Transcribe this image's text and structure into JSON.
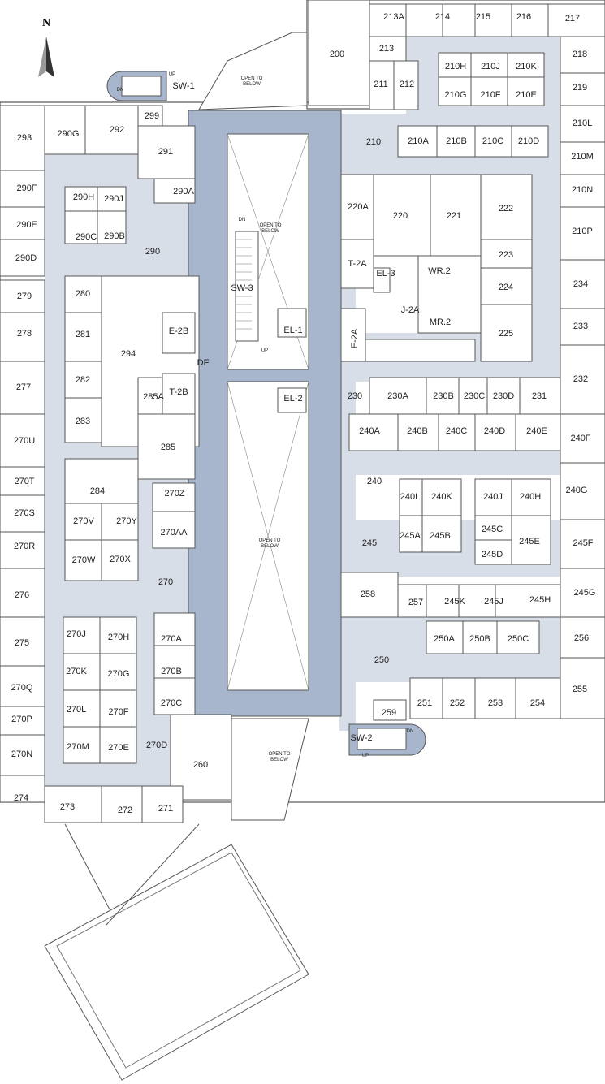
{
  "north_label": "N",
  "rooms": [
    {
      "id": "r200",
      "label": "200"
    },
    {
      "id": "r210",
      "label": "210"
    },
    {
      "id": "r210a",
      "label": "210A"
    },
    {
      "id": "r210b",
      "label": "210B"
    },
    {
      "id": "r210c",
      "label": "210C"
    },
    {
      "id": "r210d",
      "label": "210D"
    },
    {
      "id": "r210e",
      "label": "210E"
    },
    {
      "id": "r210f",
      "label": "210F"
    },
    {
      "id": "r210g",
      "label": "210G"
    },
    {
      "id": "r210h",
      "label": "210H"
    },
    {
      "id": "r210j",
      "label": "210J"
    },
    {
      "id": "r210k",
      "label": "210K"
    },
    {
      "id": "r210l",
      "label": "210L"
    },
    {
      "id": "r210m",
      "label": "210M"
    },
    {
      "id": "r210n",
      "label": "210N"
    },
    {
      "id": "r210p",
      "label": "210P"
    },
    {
      "id": "r211",
      "label": "211"
    },
    {
      "id": "r212",
      "label": "212"
    },
    {
      "id": "r213",
      "label": "213"
    },
    {
      "id": "r213a",
      "label": "213A"
    },
    {
      "id": "r214",
      "label": "214"
    },
    {
      "id": "r215",
      "label": "215"
    },
    {
      "id": "r216",
      "label": "216"
    },
    {
      "id": "r217",
      "label": "217"
    },
    {
      "id": "r218",
      "label": "218"
    },
    {
      "id": "r219",
      "label": "219"
    },
    {
      "id": "r220",
      "label": "220"
    },
    {
      "id": "r220a",
      "label": "220A"
    },
    {
      "id": "r221",
      "label": "221"
    },
    {
      "id": "r222",
      "label": "222"
    },
    {
      "id": "r223",
      "label": "223"
    },
    {
      "id": "r224",
      "label": "224"
    },
    {
      "id": "r225",
      "label": "225"
    },
    {
      "id": "r230",
      "label": "230"
    },
    {
      "id": "r230a",
      "label": "230A"
    },
    {
      "id": "r230b",
      "label": "230B"
    },
    {
      "id": "r230c",
      "label": "230C"
    },
    {
      "id": "r230d",
      "label": "230D"
    },
    {
      "id": "r231",
      "label": "231"
    },
    {
      "id": "r232",
      "label": "232"
    },
    {
      "id": "r233",
      "label": "233"
    },
    {
      "id": "r234",
      "label": "234"
    },
    {
      "id": "r240",
      "label": "240"
    },
    {
      "id": "r240a",
      "label": "240A"
    },
    {
      "id": "r240b",
      "label": "240B"
    },
    {
      "id": "r240c",
      "label": "240C"
    },
    {
      "id": "r240d",
      "label": "240D"
    },
    {
      "id": "r240e",
      "label": "240E"
    },
    {
      "id": "r240f",
      "label": "240F"
    },
    {
      "id": "r240g",
      "label": "240G"
    },
    {
      "id": "r240h",
      "label": "240H"
    },
    {
      "id": "r240j",
      "label": "240J"
    },
    {
      "id": "r240k",
      "label": "240K"
    },
    {
      "id": "r240l",
      "label": "240L"
    },
    {
      "id": "r245",
      "label": "245"
    },
    {
      "id": "r245a",
      "label": "245A"
    },
    {
      "id": "r245b",
      "label": "245B"
    },
    {
      "id": "r245c",
      "label": "245C"
    },
    {
      "id": "r245d",
      "label": "245D"
    },
    {
      "id": "r245e",
      "label": "245E"
    },
    {
      "id": "r245f",
      "label": "245F"
    },
    {
      "id": "r245g",
      "label": "245G"
    },
    {
      "id": "r245h",
      "label": "245H"
    },
    {
      "id": "r245j",
      "label": "245J"
    },
    {
      "id": "r245k",
      "label": "245K"
    },
    {
      "id": "r250",
      "label": "250"
    },
    {
      "id": "r250a",
      "label": "250A"
    },
    {
      "id": "r250b",
      "label": "250B"
    },
    {
      "id": "r250c",
      "label": "250C"
    },
    {
      "id": "r251",
      "label": "251"
    },
    {
      "id": "r252",
      "label": "252"
    },
    {
      "id": "r253",
      "label": "253"
    },
    {
      "id": "r254",
      "label": "254"
    },
    {
      "id": "r255",
      "label": "255"
    },
    {
      "id": "r256",
      "label": "256"
    },
    {
      "id": "r257",
      "label": "257"
    },
    {
      "id": "r258",
      "label": "258"
    },
    {
      "id": "r259",
      "label": "259"
    },
    {
      "id": "r260",
      "label": "260"
    },
    {
      "id": "r270",
      "label": "270"
    },
    {
      "id": "r270a",
      "label": "270A"
    },
    {
      "id": "r270aa",
      "label": "270AA"
    },
    {
      "id": "r270b",
      "label": "270B"
    },
    {
      "id": "r270c",
      "label": "270C"
    },
    {
      "id": "r270d",
      "label": "270D"
    },
    {
      "id": "r270e",
      "label": "270E"
    },
    {
      "id": "r270f",
      "label": "270F"
    },
    {
      "id": "r270g",
      "label": "270G"
    },
    {
      "id": "r270h",
      "label": "270H"
    },
    {
      "id": "r270j",
      "label": "270J"
    },
    {
      "id": "r270k",
      "label": "270K"
    },
    {
      "id": "r270l",
      "label": "270L"
    },
    {
      "id": "r270m",
      "label": "270M"
    },
    {
      "id": "r270n",
      "label": "270N"
    },
    {
      "id": "r270p",
      "label": "270P"
    },
    {
      "id": "r270q",
      "label": "270Q"
    },
    {
      "id": "r270r",
      "label": "270R"
    },
    {
      "id": "r270s",
      "label": "270S"
    },
    {
      "id": "r270t",
      "label": "270T"
    },
    {
      "id": "r270u",
      "label": "270U"
    },
    {
      "id": "r270v",
      "label": "270V"
    },
    {
      "id": "r270w",
      "label": "270W"
    },
    {
      "id": "r270x",
      "label": "270X"
    },
    {
      "id": "r270y",
      "label": "270Y"
    },
    {
      "id": "r270z",
      "label": "270Z"
    },
    {
      "id": "r271",
      "label": "271"
    },
    {
      "id": "r272",
      "label": "272"
    },
    {
      "id": "r273",
      "label": "273"
    },
    {
      "id": "r274",
      "label": "274"
    },
    {
      "id": "r275",
      "label": "275"
    },
    {
      "id": "r276",
      "label": "276"
    },
    {
      "id": "r277",
      "label": "277"
    },
    {
      "id": "r278",
      "label": "278"
    },
    {
      "id": "r279",
      "label": "279"
    },
    {
      "id": "r280",
      "label": "280"
    },
    {
      "id": "r281",
      "label": "281"
    },
    {
      "id": "r282",
      "label": "282"
    },
    {
      "id": "r283",
      "label": "283"
    },
    {
      "id": "r284",
      "label": "284"
    },
    {
      "id": "r285",
      "label": "285"
    },
    {
      "id": "r285a",
      "label": "285A"
    },
    {
      "id": "r290",
      "label": "290"
    },
    {
      "id": "r290a",
      "label": "290A"
    },
    {
      "id": "r290b",
      "label": "290B"
    },
    {
      "id": "r290c",
      "label": "290C"
    },
    {
      "id": "r290d",
      "label": "290D"
    },
    {
      "id": "r290e",
      "label": "290E"
    },
    {
      "id": "r290f",
      "label": "290F"
    },
    {
      "id": "r290g",
      "label": "290G"
    },
    {
      "id": "r290h",
      "label": "290H"
    },
    {
      "id": "r290j",
      "label": "290J"
    },
    {
      "id": "r291",
      "label": "291"
    },
    {
      "id": "r292",
      "label": "292"
    },
    {
      "id": "r293",
      "label": "293"
    },
    {
      "id": "r294",
      "label": "294"
    },
    {
      "id": "r299",
      "label": "299"
    }
  ],
  "service": {
    "t2a": "T-2A",
    "el3": "EL-3",
    "wr2": "WR.2",
    "mr2": "MR.2",
    "j2a": "J-2A",
    "e2a": "E-2A",
    "e2b": "E-2B",
    "t2b": "T-2B",
    "df": "DF",
    "el1": "EL-1",
    "el2": "EL-2",
    "sw1": "SW-1",
    "sw2": "SW-2",
    "sw3": "SW-3"
  },
  "stairs": {
    "up": "UP",
    "dn": "DN"
  },
  "open_to_below": [
    "OPEN TO",
    "BELOW"
  ]
}
